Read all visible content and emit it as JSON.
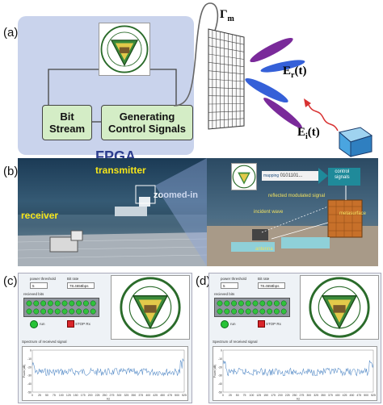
{
  "panel_labels": [
    "(a)",
    "(b)",
    "(c)",
    "(d)"
  ],
  "panel_a": {
    "bit_stream": [
      "Bit",
      "Stream"
    ],
    "generating": [
      "Generating",
      "Control Signals"
    ],
    "fpga": "FPGA",
    "gamma_main": "Γ",
    "gamma_sub": "m",
    "er_main": "E",
    "er_sub": "r",
    "er_arg": "(t)",
    "ei_main": "E",
    "ei_sub": "i",
    "ei_arg": "(t)"
  },
  "logo": {
    "ring_text": "SOUTHEAST UNIVERSITY",
    "center_text": "東南大學",
    "year": "1902",
    "city": "南京",
    "bottom_text": "止於至善"
  },
  "panel_b": {
    "transmitter": "transmitter",
    "receiver": "receiver",
    "zoomed_in": "zoomed-in",
    "mapping_label": "mapping",
    "mapping_bits": "0101101...",
    "control_signals": [
      "control",
      "signals"
    ],
    "reflected_signal": "reflected modulated signal",
    "incident_wave": "incident wave",
    "metasurface": "metasurface",
    "antenna": "antenna"
  },
  "screens": [
    {
      "power_threshold_label": "power threshold",
      "power_threshold_value": "5",
      "bit_rate_label": "Bit rate",
      "bit_rate_value": "78.4658bps",
      "received_bits_label": "recieved bits",
      "run_label": "run",
      "stop_label": "STOP Rx",
      "spectrum_label": "Spectrum of received signal",
      "y_axis_label": "Power(dB)",
      "x_axis_label": "Hz"
    },
    {
      "power_threshold_label": "power threshold",
      "power_threshold_value": "5",
      "bit_rate_label": "Bit rate",
      "bit_rate_value": "78.4658bps",
      "received_bits_label": "recieved bits",
      "run_label": "run",
      "stop_label": "STOP Rx",
      "spectrum_label": "Spectrum of received signal",
      "y_axis_label": "Power(dB)",
      "x_axis_label": "Hz"
    }
  ],
  "spectrum_x_ticks": [
    "0",
    "25",
    "50",
    "75",
    "100",
    "125",
    "150",
    "175",
    "200",
    "225",
    "250",
    "275",
    "300",
    "325",
    "350",
    "375",
    "400",
    "425",
    "450",
    "475",
    "500",
    "525"
  ],
  "spectrum_y_ticks": [
    "0",
    "-10",
    "-20",
    "-30",
    "-40",
    "-50"
  ],
  "colors": {
    "fpga_bg": "#c9d3ec",
    "box_green": "#d4edc6",
    "fpga_text": "#2e3f8f",
    "beam_purple": "#7a2a9a",
    "beam_blue": "#3560d8",
    "label_yellow": "#f5e51a",
    "spectrum_line": "#5b8fc9"
  }
}
